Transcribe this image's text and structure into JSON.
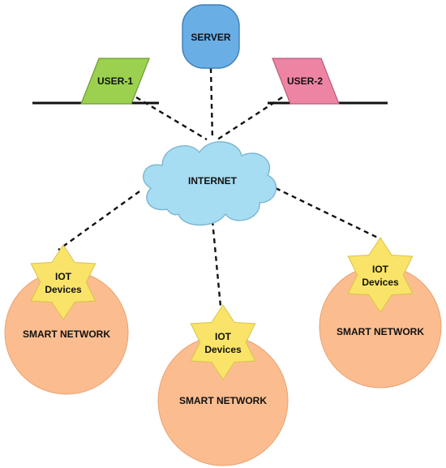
{
  "server": {
    "label": "SERVER",
    "color": "#6aaee6"
  },
  "user1": {
    "label": "USER-1",
    "color": "#9bd14f"
  },
  "user2": {
    "label": "USER-2",
    "color": "#ee84a4"
  },
  "internet": {
    "label": "INTERNET",
    "color": "#a7ddf2"
  },
  "networks": [
    {
      "iot_line1": "IOT",
      "iot_line2": "Devices",
      "label": "SMART NETWORK"
    },
    {
      "iot_line1": "IOT",
      "iot_line2": "Devices",
      "label": "SMART NETWORK"
    },
    {
      "iot_line1": "IOT",
      "iot_line2": "Devices",
      "label": "SMART NETWORK"
    }
  ],
  "colors": {
    "network": "#fbbd8f",
    "iot_star": "#f9e469",
    "line": "#111111"
  }
}
